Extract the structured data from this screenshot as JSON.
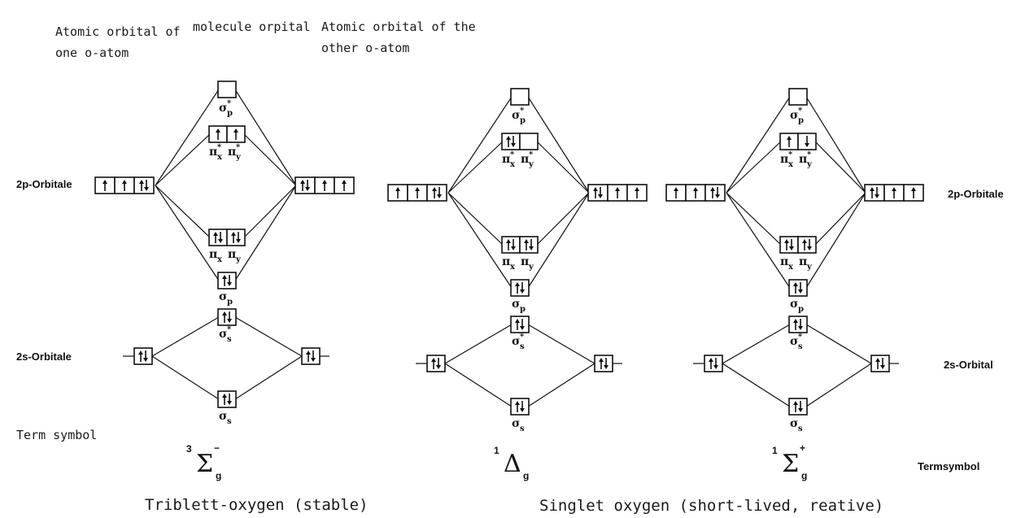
{
  "headers": {
    "atomic_left": [
      "Atomic orbital of",
      "one o-atom"
    ],
    "molecular": "molecule orpital",
    "atomic_right": [
      "Atomic orbital of the",
      "other o-atom"
    ]
  },
  "level_labels": {
    "p_left": "2p-Orbitale",
    "s_left": "2s-Orbitale",
    "term_left": "Term symbol",
    "p_right": "2p-Orbitale",
    "s_right": "2s-Orbital",
    "term_right": "Termsymbol"
  },
  "symbols": {
    "sigma_p_star": "σ",
    "sigma_p_star_sup": "*",
    "sigma_p_star_sub": "p",
    "pi_star_x": "π",
    "pi_star_x_sub": "x",
    "pi_star_y": "π",
    "pi_star_y_sub": "y",
    "star": "*",
    "pi_x": "π",
    "pi_x_sub": "x",
    "pi_y": "π",
    "pi_y_sub": "y",
    "sigma_p": "σ",
    "sigma_p_sub": "p",
    "sigma_s_star": "σ",
    "sigma_s_star_sub": "s",
    "sigma_s": "σ",
    "sigma_s_sub": "s"
  },
  "diagrams": [
    {
      "name": "triplet",
      "electrons": {
        "sigma_p_star": [
          0
        ],
        "pi_star": [
          1,
          1
        ],
        "pi": [
          2,
          2
        ],
        "sigma_p": [
          2
        ],
        "sigma_s_star": [
          2
        ],
        "sigma_s": [
          2
        ],
        "atom_2p_left": [
          1,
          1,
          2
        ],
        "atom_2p_right": [
          2,
          1,
          1
        ],
        "atom_2s_left": [
          2
        ],
        "atom_2s_right": [
          2
        ]
      },
      "term": {
        "multiplicity": "3",
        "symbol": "Σ",
        "sub": "g",
        "sup": "−"
      }
    },
    {
      "name": "singlet-delta",
      "electrons": {
        "sigma_p_star": [
          0
        ],
        "pi_star": [
          2,
          0
        ],
        "pi": [
          2,
          2
        ],
        "sigma_p": [
          2
        ],
        "sigma_s_star": [
          2
        ],
        "sigma_s": [
          2
        ],
        "atom_2p_left": [
          1,
          1,
          2
        ],
        "atom_2p_right": [
          2,
          1,
          1
        ],
        "atom_2s_left": [
          2
        ],
        "atom_2s_right": [
          2
        ]
      },
      "term": {
        "multiplicity": "1",
        "symbol": "Δ",
        "sub": "g",
        "sup": ""
      }
    },
    {
      "name": "singlet-sigma",
      "electrons": {
        "sigma_p_star": [
          0
        ],
        "pi_star": [
          1,
          -1
        ],
        "pi": [
          2,
          2
        ],
        "sigma_p": [
          2
        ],
        "sigma_s_star": [
          2
        ],
        "sigma_s": [
          2
        ],
        "atom_2p_left": [
          1,
          1,
          2
        ],
        "atom_2p_right": [
          2,
          1,
          1
        ],
        "atom_2s_left": [
          2
        ],
        "atom_2s_right": [
          2
        ]
      },
      "term": {
        "multiplicity": "1",
        "symbol": "Σ",
        "sub": "g",
        "sup": "+"
      }
    }
  ],
  "captions": {
    "triplet": "Triblett-oxygen (stable)",
    "singlet": "Singlet oxygen (short-lived, reative)"
  }
}
